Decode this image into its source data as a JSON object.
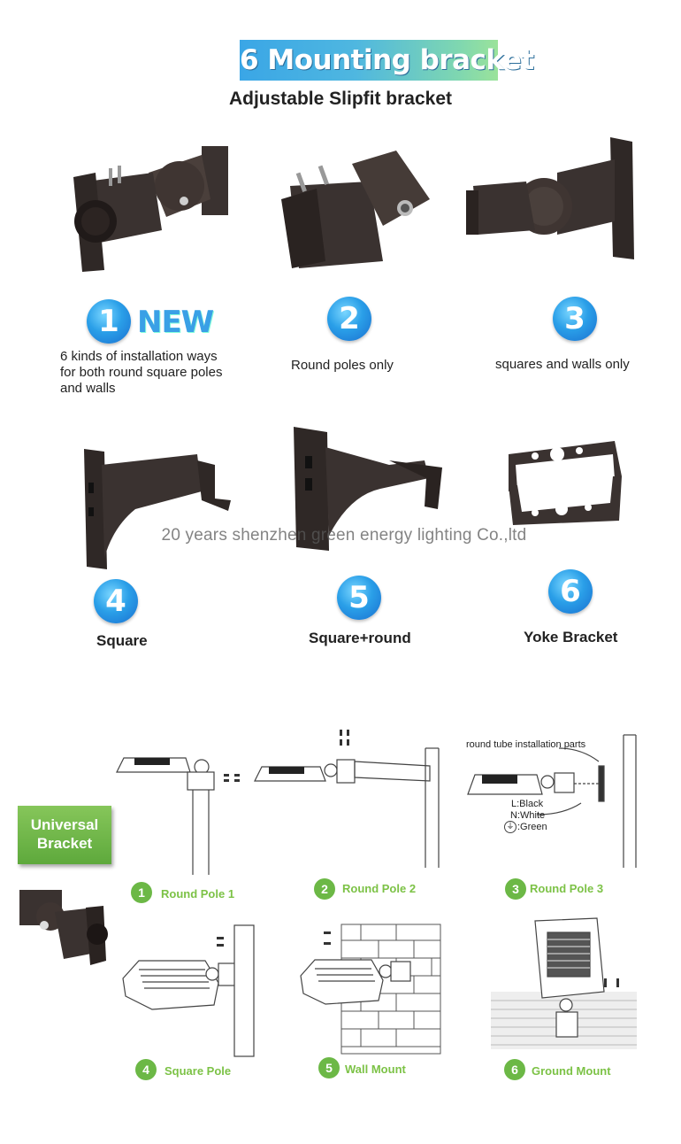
{
  "header": {
    "title": "6 Mounting bracket",
    "subtitle": "Adjustable Slipfit bracket"
  },
  "brackets": [
    {
      "number": "1",
      "tag": "NEW",
      "desc_lines": [
        "6 kinds of installation ways",
        "for both round square poles",
        "and walls"
      ]
    },
    {
      "number": "2",
      "desc": "Round poles only"
    },
    {
      "number": "3",
      "desc": "squares and walls only"
    },
    {
      "number": "4",
      "caption": "Square"
    },
    {
      "number": "5",
      "caption": "Square+round"
    },
    {
      "number": "6",
      "caption": "Yoke Bracket"
    }
  ],
  "watermark": "20 years shenzhen green energy lighting Co.,ltd",
  "universal": {
    "badge_lines": [
      "Universal",
      "Bracket"
    ],
    "round_tube_note": "round tube installation parts",
    "wiring": [
      "L:Black",
      "N:White",
      ":Green"
    ],
    "mounts": [
      {
        "number": "1",
        "label": "Round Pole 1"
      },
      {
        "number": "2",
        "label": "Round Pole 2"
      },
      {
        "number": "3",
        "label": "Round Pole 3"
      },
      {
        "number": "4",
        "label": "Square Pole"
      },
      {
        "number": "5",
        "label": "Wall Mount"
      },
      {
        "number": "6",
        "label": "Ground Mount"
      }
    ]
  },
  "colors": {
    "bracket": "#3a3230",
    "accent_blue": "#2a9fe8",
    "accent_green": "#6cb846"
  }
}
